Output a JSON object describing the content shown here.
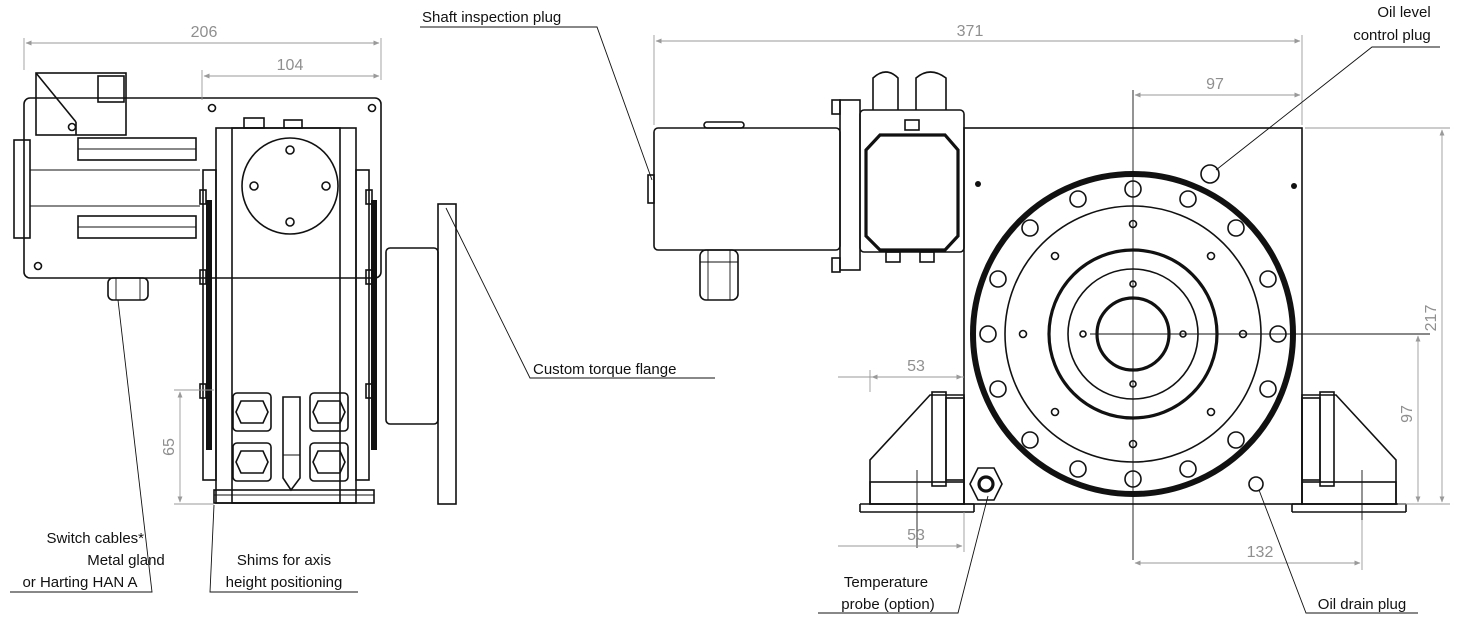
{
  "labels": {
    "shaft_inspection_plug": "Shaft inspection plug",
    "oil_level_line1": "Oil level",
    "oil_level_line2": "control plug",
    "custom_torque_flange": "Custom torque flange",
    "switch_cables_line1": "Switch cables*",
    "switch_cables_line2": "Metal gland",
    "switch_cables_line3": "or Harting HAN A",
    "shims_line1": "Shims for axis",
    "shims_line2": "height positioning",
    "temperature_line1": "Temperature",
    "temperature_line2": "probe (option)",
    "oil_drain_plug": "Oil drain plug"
  },
  "dimensions": {
    "overall_width_left": "206",
    "body_width_left": "104",
    "height_left": "65",
    "overall_width_right": "371",
    "oil_plug_offset": "97",
    "total_height": "217",
    "axis_height": "97",
    "foot_top": "53",
    "foot_bottom": "53",
    "drain_offset": "132"
  }
}
